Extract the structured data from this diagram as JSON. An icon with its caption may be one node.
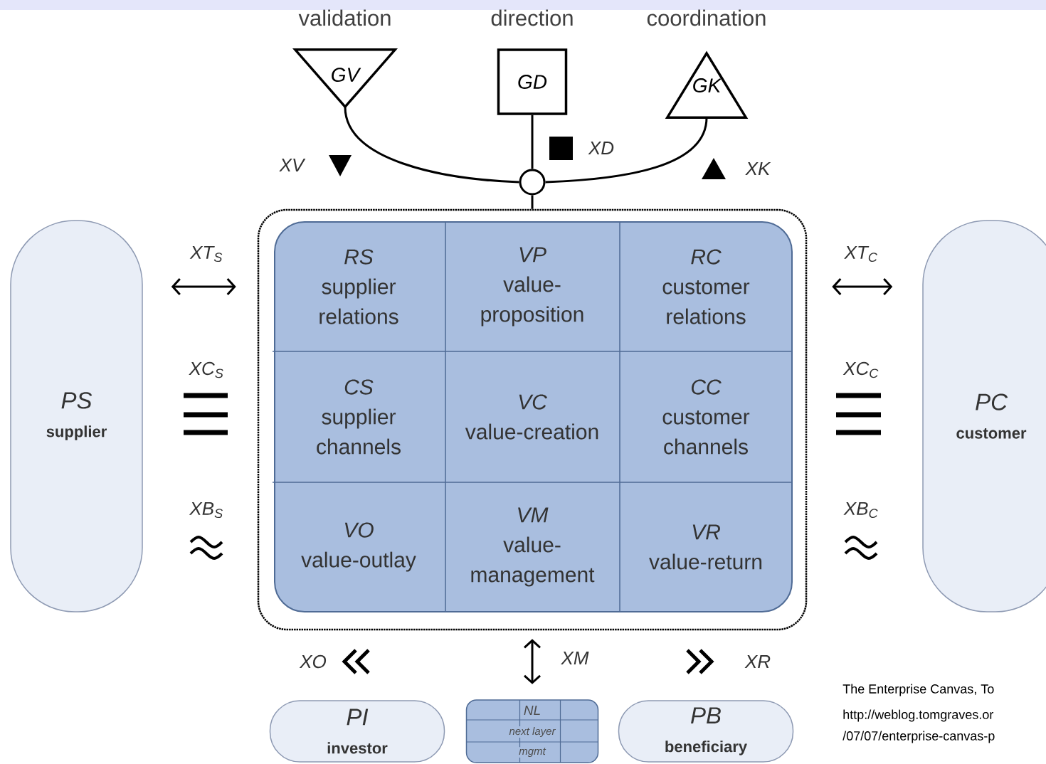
{
  "diagram": {
    "nodes": [
      {
        "text": [
          "validation",
          "GV"
        ]
      },
      {
        "text": [
          "direction",
          "GD"
        ]
      },
      {
        "text": [
          "coordination",
          "GK"
        ]
      },
      {
        "text": [],
        "shape": "circle"
      },
      {
        "text": [],
        "shape": "box"
      },
      {
        "text": [
          "RS",
          "supplier relations"
        ],
        "in": 4
      },
      {
        "text": [
          "VP",
          "value-proposition"
        ],
        "in": 4
      },
      {
        "text": [
          "RC",
          "customer relations"
        ],
        "in": 4
      },
      {
        "text": [
          "CS",
          "supplier channels"
        ],
        "in": 4
      },
      {
        "text": [
          "VC",
          "value-creation"
        ],
        "in": 4
      },
      {
        "text": [
          "CC",
          "customer channels"
        ],
        "in": 4
      },
      {
        "text": [
          "VO",
          "value-outlay"
        ],
        "in": 4
      },
      {
        "text": [
          "VM",
          "value-management"
        ],
        "in": 4
      },
      {
        "text": [
          "VR",
          "value-return"
        ],
        "in": 4
      },
      {
        "text": [
          "PS",
          "supplier"
        ]
      },
      {
        "text": [
          "PC",
          "customer"
        ]
      },
      {
        "text": [
          "PI",
          "investor"
        ]
      },
      {
        "text": [
          "NL",
          "next layer",
          "mgmt"
        ]
      },
      {
        "text": [
          "PB",
          "beneficiary"
        ]
      }
    ],
    "edges": [
      {
        "from": 0,
        "to": 3,
        "arrow": "none",
        "label": "XV"
      },
      {
        "from": 1,
        "to": 3,
        "arrow": "none",
        "label": "XD"
      },
      {
        "from": 2,
        "to": 3,
        "arrow": "none",
        "label": "XK"
      },
      {
        "from": 3,
        "to": 4,
        "arrow": "none"
      },
      {
        "from": 14,
        "to": 4,
        "arrow": "both",
        "label": "XT$_{S}$"
      },
      {
        "from": 4,
        "to": 15,
        "arrow": "both",
        "label": "XT$_{C}$"
      },
      {
        "from": 4,
        "to": 17,
        "arrow": "both",
        "label": "XM"
      }
    ],
    "labels": [
      "XC$_{S}$",
      "XB$_{S}$",
      "XC$_{C}$",
      "XB$_{C}$",
      "XO",
      "XR",
      "The Enterprise Canvas, To",
      "http://weblog.tomgraves.or",
      "/07/07/enterprise-canvas-p"
    ]
  }
}
